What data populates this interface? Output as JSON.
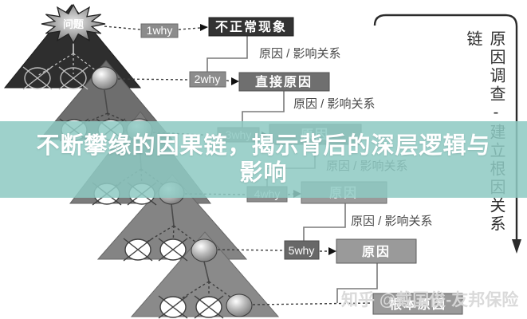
{
  "banner": {
    "title_line1": "不断攀缘的因果链，揭示背后的深层逻辑与",
    "title_line2": "影响",
    "bg_color": "#8ecac2",
    "text_color": "#ffffff"
  },
  "pyramid": {
    "problem_label": "问题"
  },
  "rows": [
    {
      "why": "1why",
      "cause": "不正常现象",
      "relation": "原因 / 影响关系"
    },
    {
      "why": "2why",
      "cause": "直接原因",
      "relation": "原因 / 影响关系"
    },
    {
      "why": "3why",
      "cause": "原因",
      "relation": "原因 / 影响关系"
    },
    {
      "why": "4why",
      "cause": "原因",
      "relation": "原因 / 影响关系"
    },
    {
      "why": "5why",
      "cause": "原因"
    }
  ],
  "root_cause": {
    "label": "根本原因"
  },
  "side": {
    "vertical_label": "原因调查-建立根因关系链"
  },
  "watermark": {
    "text": "知乎 @戴国俊-友邦保险"
  },
  "colors": {
    "banner_teal": "#8ecac2",
    "pyramid_dark": "#2e2e2e",
    "pyramid_gray": "#7b7b7b",
    "box_dark": "#333333",
    "box_mid": "#6f6f6f",
    "box_light": "#9a9a9a"
  }
}
